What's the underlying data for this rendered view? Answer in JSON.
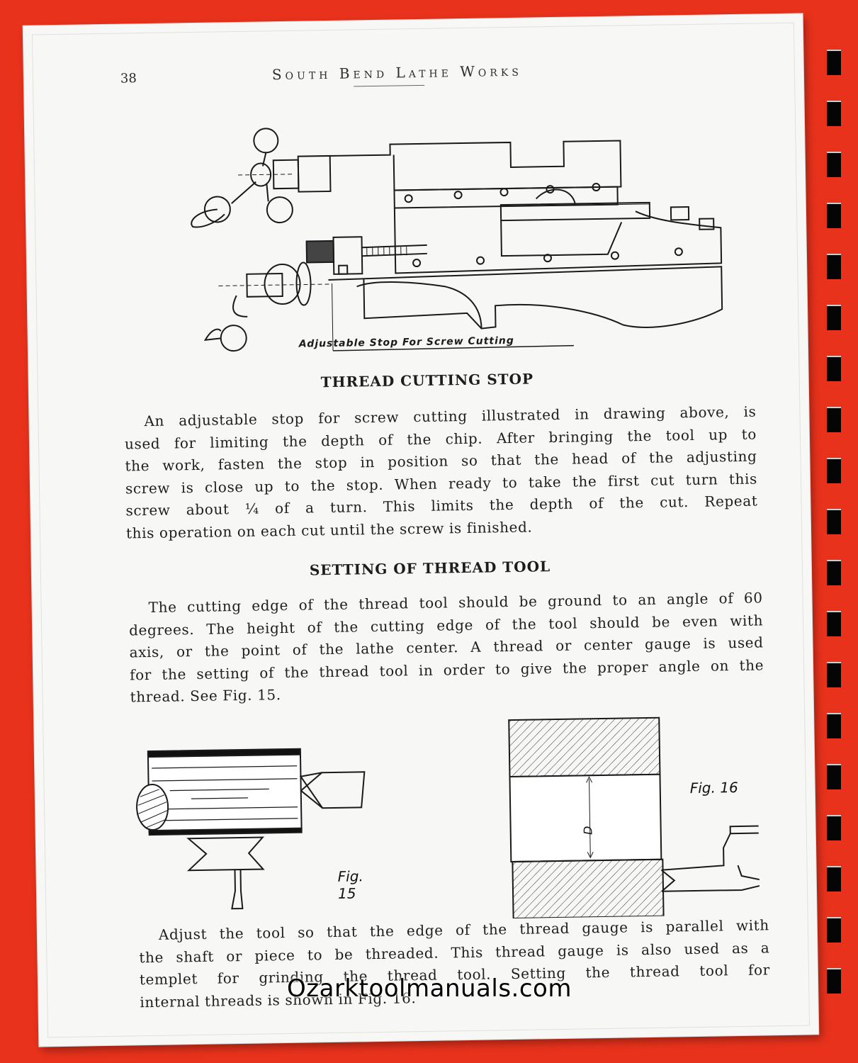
{
  "header": {
    "page_number": "38",
    "running_head": "South Bend Lathe Works"
  },
  "figure_top": {
    "caption": "Adjustable Stop For Screw Cutting"
  },
  "section1": {
    "heading": "THREAD CUTTING STOP",
    "lines": [
      "An adjustable stop for screw cutting illustrated in drawing above, is",
      "used for limiting the depth of the chip.  After bringing the tool up to",
      "the work, fasten the stop in position so that the head of the adjusting",
      "screw is close up to the stop.  When ready to take the first cut turn this",
      "screw about ¼ of a turn.  This limits the depth of the cut.  Repeat",
      "this operation on each cut until the screw is finished."
    ]
  },
  "section2": {
    "heading": "SETTING OF THREAD TOOL",
    "lines": [
      "The cutting edge of the thread tool should be ground to an angle of 60",
      "degrees.  The height of the cutting edge of the tool should be even with",
      "axis, or the point of the lathe center.  A thread or center gauge is used",
      "for the setting of the thread tool in order to give the proper angle on the",
      "thread.  See Fig. 15."
    ]
  },
  "figures": {
    "fig15_label": "Fig. 15",
    "fig16_label": "Fig. 16",
    "fig16_dimension": "D"
  },
  "section3": {
    "lines": [
      "Adjust the tool so that the edge of the thread gauge is parallel with",
      "the shaft or piece to be threaded.  This thread gauge is also used as a",
      "templet for grinding the thread tool.  Setting the thread tool for",
      "internal threads is shown in Fig. 16."
    ]
  },
  "watermark": "Ozarktoolmanuals.com"
}
